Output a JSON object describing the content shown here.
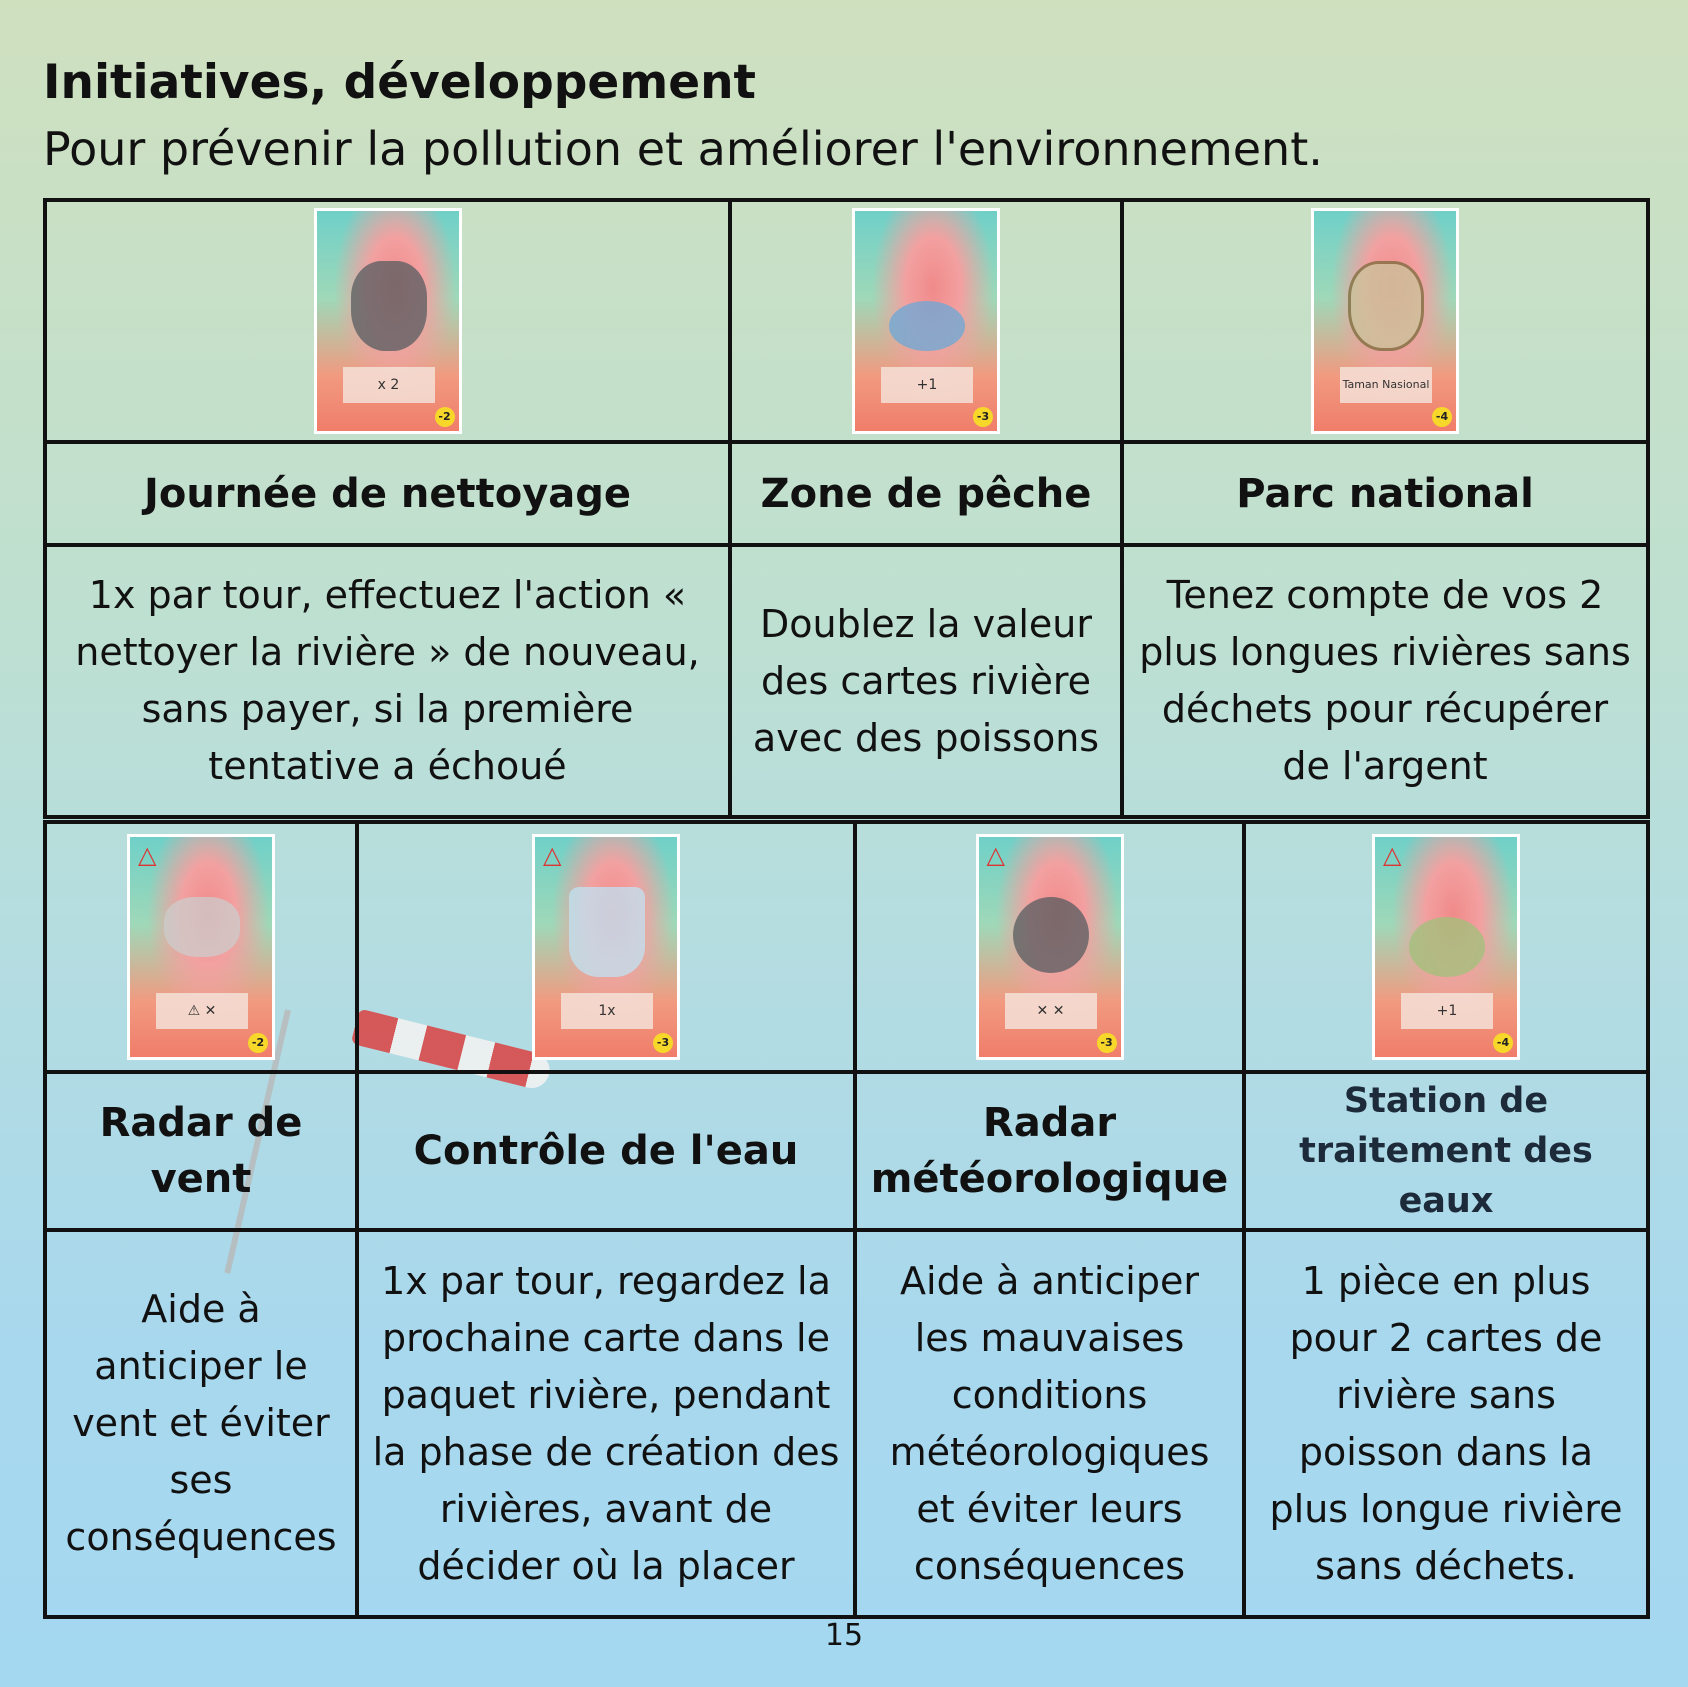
{
  "header": {
    "title": "Initiatives, développement",
    "subtitle": "Pour prévenir la pollution et améliorer l'environnement."
  },
  "top": [
    {
      "title": "Journée de nettoyage",
      "desc": "1x par tour, effectuez l'action « nettoyer la rivière » de nouveau, sans payer, si la première tentative a échoué",
      "card": {
        "label": "x 2",
        "cost": "-2"
      }
    },
    {
      "title": "Zone de pêche",
      "desc": "Doublez la valeur des cartes rivière avec des poissons",
      "card": {
        "label": "+1",
        "cost": "-3"
      }
    },
    {
      "title": "Parc national",
      "desc": "Tenez compte de vos 2 plus longues rivières sans déchets pour récupérer de l'argent",
      "card": {
        "label": "Taman Nasional",
        "cost": "-4"
      }
    }
  ],
  "bottom": [
    {
      "title": "Radar de vent",
      "desc": "Aide à anticiper le vent et éviter ses conséquences",
      "card": {
        "label": "⚠ ✕",
        "cost": "-2"
      }
    },
    {
      "title": "Contrôle de l'eau",
      "desc": "1x par tour, regardez la prochaine carte dans le paquet rivière, pendant la phase de création des rivières, avant de décider où la placer",
      "card": {
        "label": "1x",
        "cost": "-3"
      }
    },
    {
      "title": "Radar météorologique",
      "desc": "Aide à anticiper les mauvaises conditions météorologiques et éviter leurs conséquences",
      "card": {
        "label": "✕ ✕",
        "cost": "-3"
      }
    },
    {
      "title": "Station de traitement des eaux",
      "desc": "1 pièce en plus pour 2 cartes de rivière sans poisson dans la plus longue rivière sans déchets.",
      "card": {
        "label": "+1",
        "cost": "-4"
      }
    }
  ],
  "page_number": "15"
}
